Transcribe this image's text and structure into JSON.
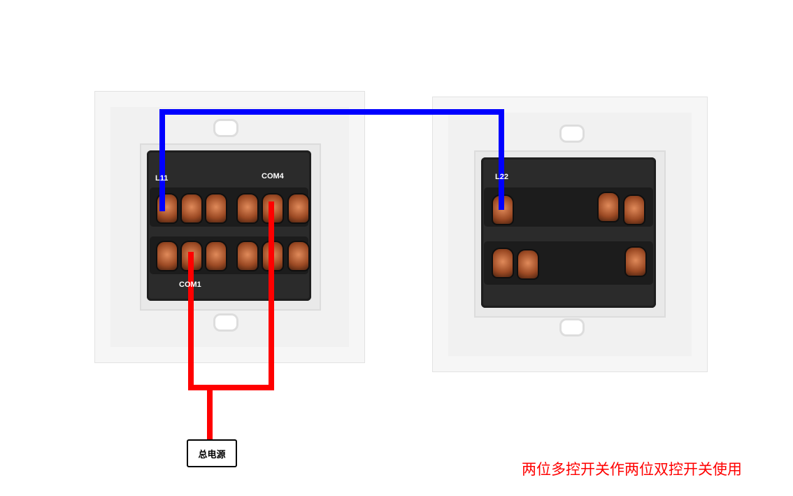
{
  "labels": {
    "l11": "L11",
    "com4": "COM4",
    "com1": "COM1",
    "l22": "L22"
  },
  "power_box": "总电源",
  "caption": "两位多控开关作两位双控开关使用",
  "colors": {
    "live_wire": "#ff0000",
    "link_wire": "#0000ff"
  }
}
